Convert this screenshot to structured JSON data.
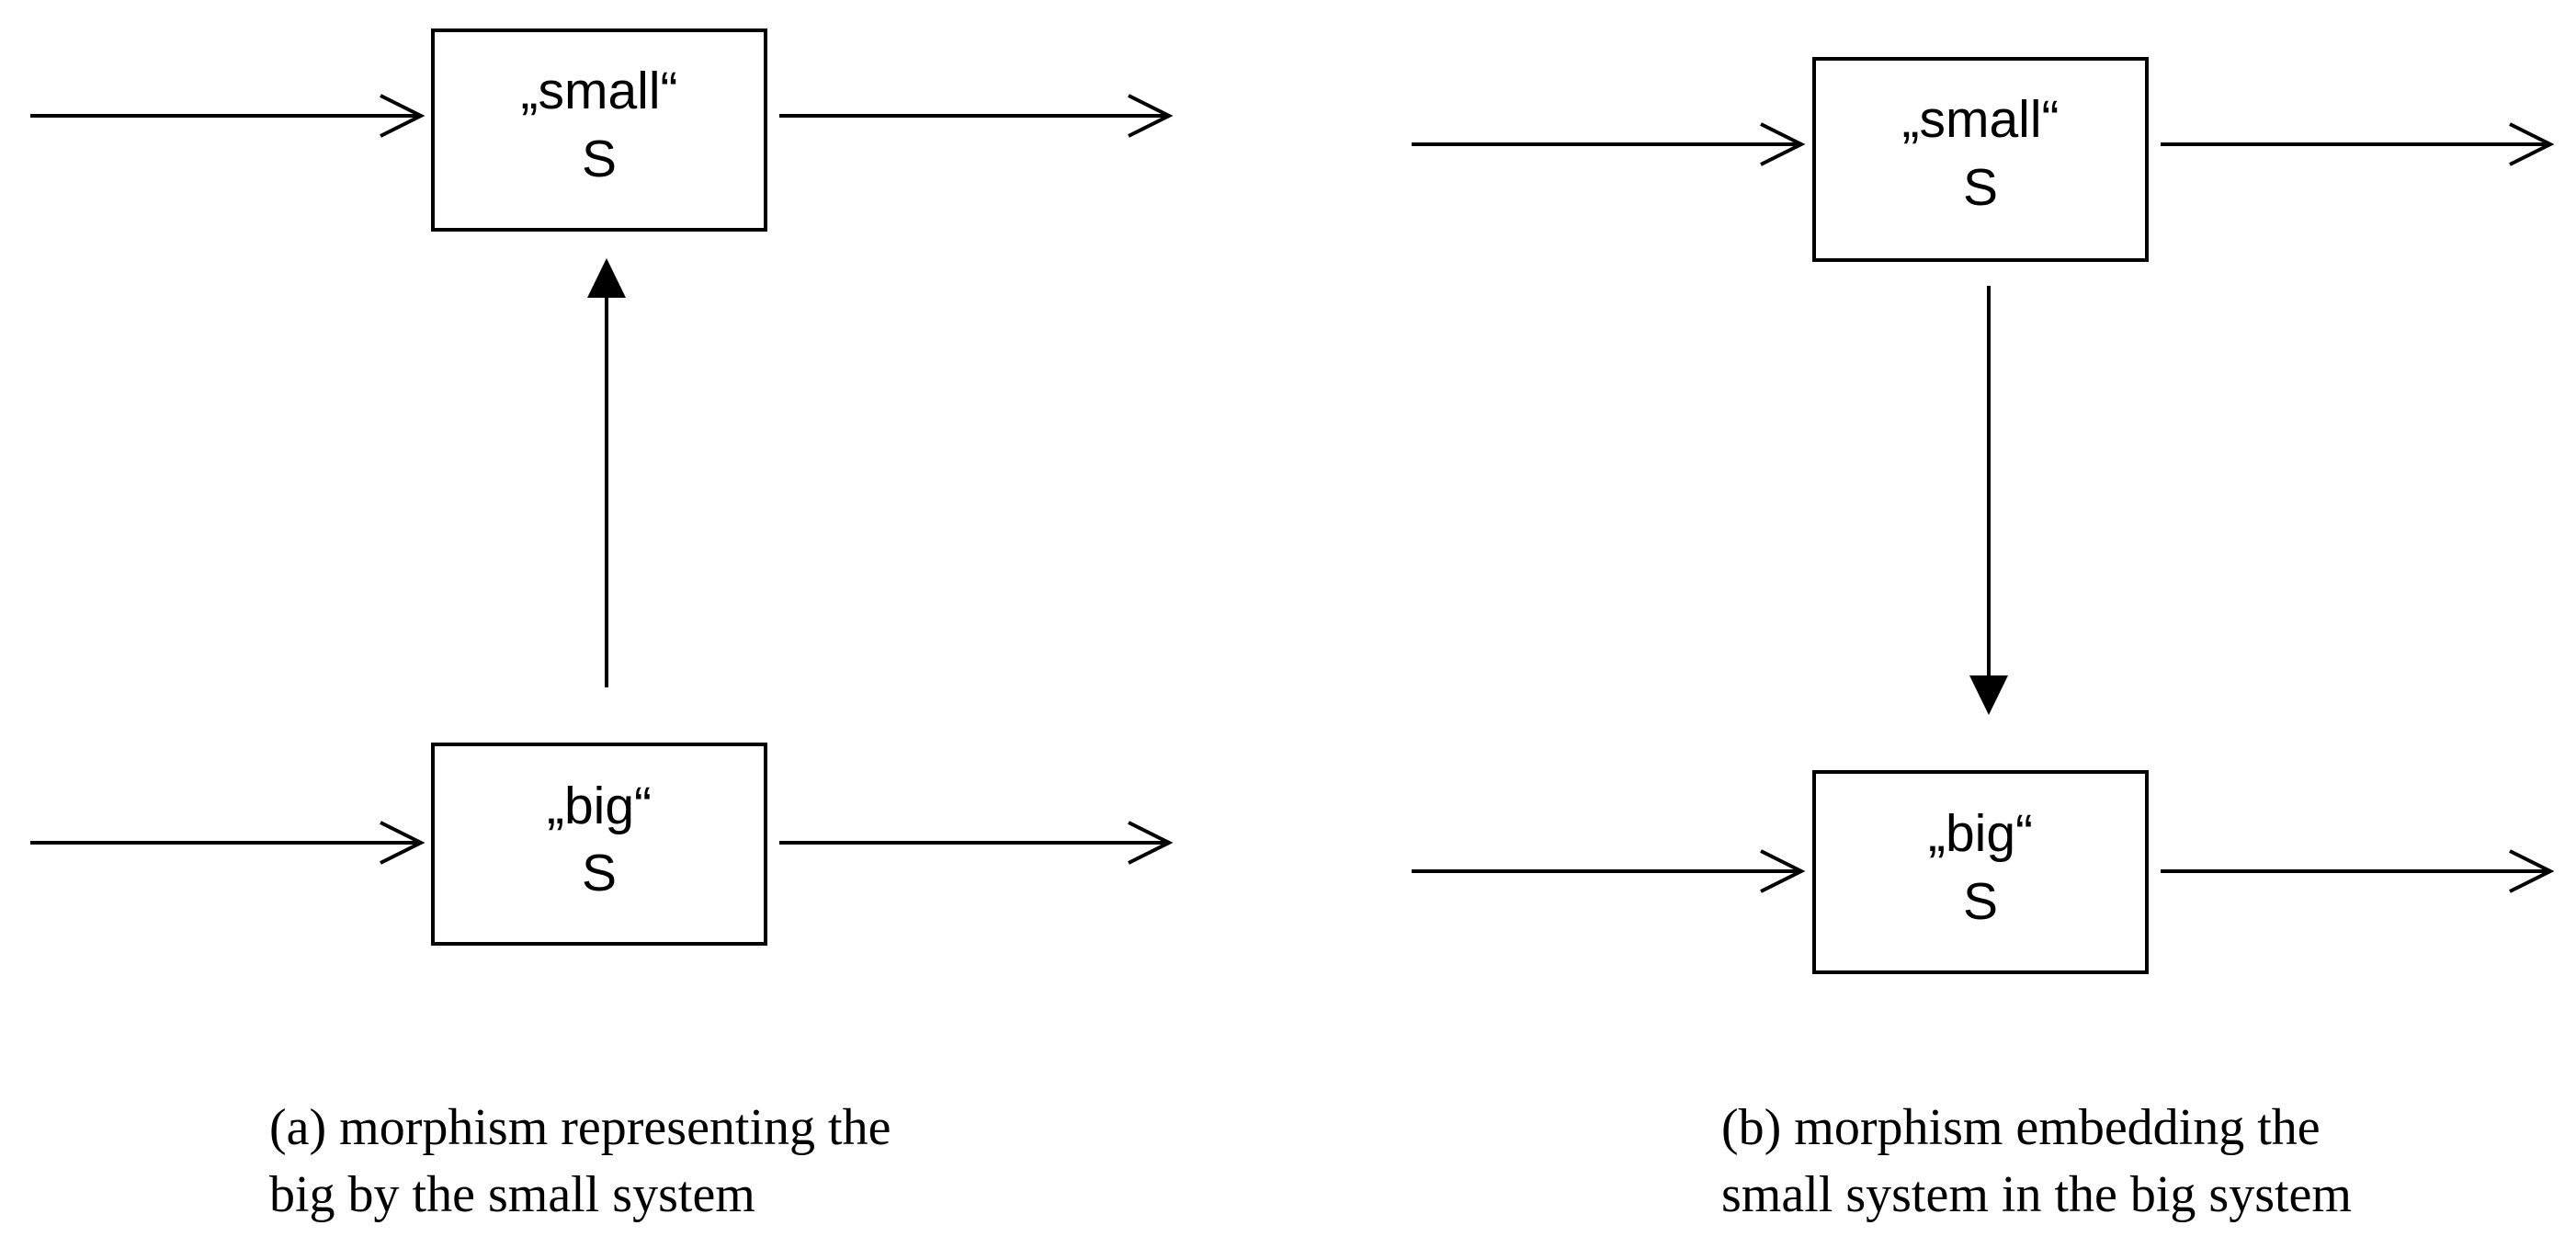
{
  "panel_a": {
    "top_box": {
      "line1": "„small“",
      "line2": "S"
    },
    "bottom_box": {
      "line1": "„big“",
      "line2": "S"
    },
    "morphism_direction": "up",
    "caption_line1": "(a) morphism representing the",
    "caption_line2": "big by the small system"
  },
  "panel_b": {
    "top_box": {
      "line1": "„small“",
      "line2": "S"
    },
    "bottom_box": {
      "line1": "„big“",
      "line2": "S"
    },
    "morphism_direction": "down",
    "caption_line1": "(b) morphism embedding the",
    "caption_line2": "small system in the big system"
  },
  "colors": {
    "stroke": "#000000",
    "background": "#ffffff"
  }
}
